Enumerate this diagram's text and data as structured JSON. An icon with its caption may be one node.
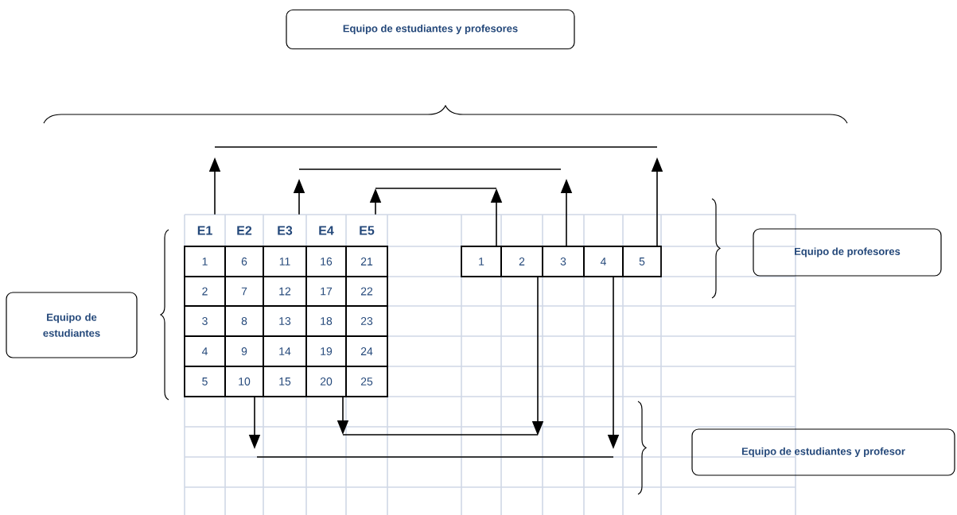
{
  "diagram": {
    "nodes": [
      {
        "text": [
          "Equipo de estudiantes y profesores"
        ]
      },
      {
        "text": [
          "E1"
        ]
      },
      {
        "text": [
          "E2"
        ]
      },
      {
        "text": [
          "E3"
        ]
      },
      {
        "text": [
          "E4"
        ]
      },
      {
        "text": [
          "E5"
        ]
      },
      {
        "text": [
          "1"
        ]
      },
      {
        "text": [
          "6"
        ]
      },
      {
        "text": [
          "11"
        ]
      },
      {
        "text": [
          "16"
        ]
      },
      {
        "text": [
          "21"
        ]
      },
      {
        "text": [
          "2"
        ]
      },
      {
        "text": [
          "7"
        ]
      },
      {
        "text": [
          "12"
        ]
      },
      {
        "text": [
          "17"
        ]
      },
      {
        "text": [
          "22"
        ]
      },
      {
        "text": [
          "3"
        ]
      },
      {
        "text": [
          "8"
        ]
      },
      {
        "text": [
          "13"
        ]
      },
      {
        "text": [
          "18"
        ]
      },
      {
        "text": [
          "23"
        ]
      },
      {
        "text": [
          "4"
        ]
      },
      {
        "text": [
          "9"
        ]
      },
      {
        "text": [
          "14"
        ]
      },
      {
        "text": [
          "19"
        ]
      },
      {
        "text": [
          "24"
        ]
      },
      {
        "text": [
          "5"
        ]
      },
      {
        "text": [
          "10"
        ]
      },
      {
        "text": [
          "15"
        ]
      },
      {
        "text": [
          "20"
        ]
      },
      {
        "text": [
          "25"
        ]
      },
      {
        "text": [
          "1"
        ]
      },
      {
        "text": [
          "2"
        ]
      },
      {
        "text": [
          "3"
        ]
      },
      {
        "text": [
          "4"
        ]
      },
      {
        "text": [
          "5"
        ]
      },
      {
        "text": [
          "Equipo de profesores"
        ]
      },
      {
        "text": [
          "Equipo de estudiantes"
        ]
      },
      {
        "text": [
          "Equipo de estudiantes y profesor"
        ]
      }
    ],
    "edges": [
      {
        "from": 1,
        "to": null,
        "arrow": "to"
      },
      {
        "from": 3,
        "to": null,
        "arrow": "to"
      },
      {
        "from": 5,
        "to": null,
        "arrow": "to"
      },
      {
        "from": 31,
        "to": null,
        "arrow": "to"
      },
      {
        "from": 33,
        "to": null,
        "arrow": "to"
      },
      {
        "from": 35,
        "to": null,
        "arrow": "to"
      },
      {
        "from": 27,
        "to": null,
        "arrow": "to"
      },
      {
        "from": 29,
        "to": null,
        "arrow": "to"
      },
      {
        "from": 32,
        "to": null,
        "arrow": "to"
      },
      {
        "from": 34,
        "to": null,
        "arrow": "to"
      }
    ]
  }
}
